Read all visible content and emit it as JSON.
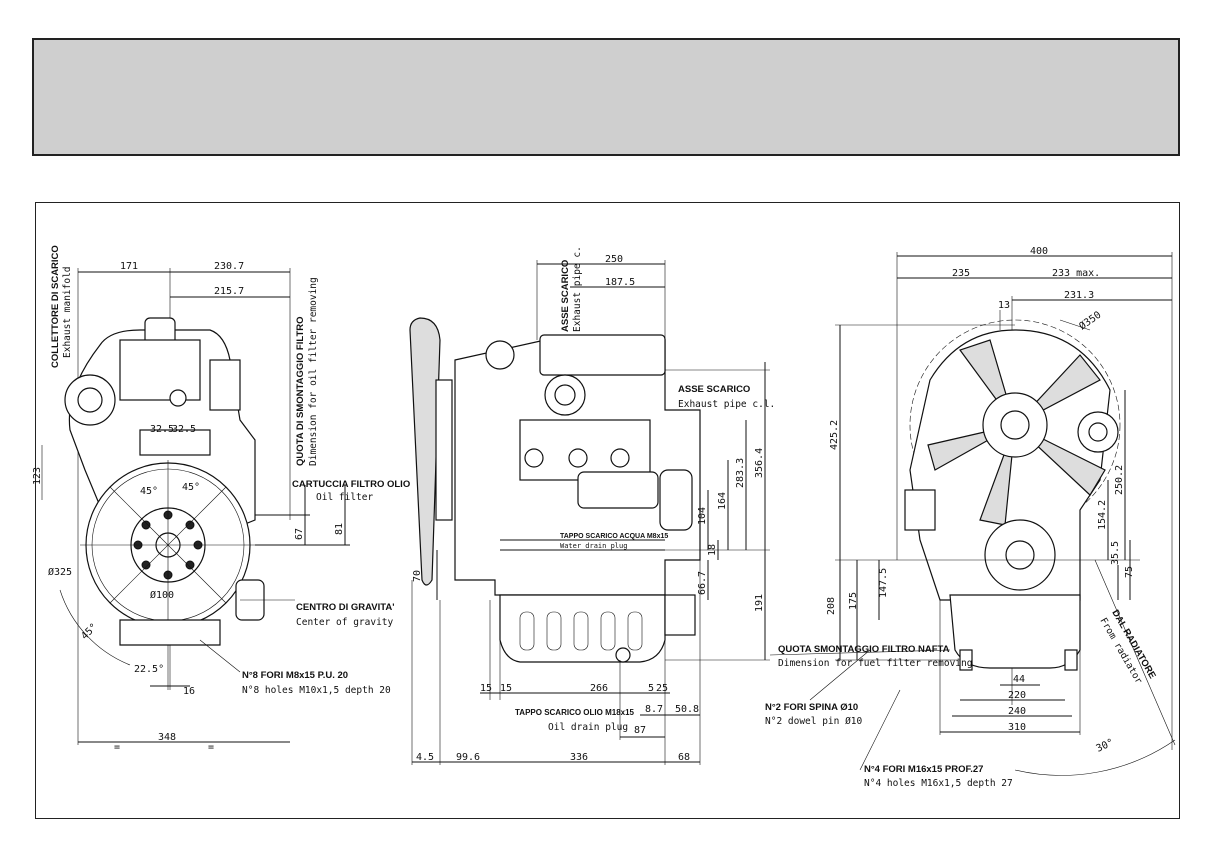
{
  "front_view": {
    "dims": {
      "d171": "171",
      "d230_7": "230.7",
      "d215_7": "215.7",
      "d32_5a": "32.5",
      "d32_5b": "32.5",
      "d67": "67",
      "d81": "81",
      "d16": "16",
      "d348": "348",
      "d123": "123",
      "d45a": "45°",
      "d45b": "45°",
      "d45c": "45°",
      "d22_5": "22.5°",
      "d325": "Ø325",
      "d100": "Ø100",
      "eq1": "=",
      "eq2": "="
    },
    "labels": {
      "exhaust_it": "COLLETTORE DI SCARICO",
      "exhaust_en": "Exhaust manifold",
      "oilfilter_dim_it": "QUOTA DI SMONTAGGIO FILTRO",
      "oilfilter_dim_en": "Dimension for oil filter removing",
      "oilfilter_it": "CARTUCCIA FILTRO OLIO",
      "oilfilter_en": "Oil filter",
      "cog_it": "CENTRO DI GRAVITA'",
      "cog_en": "Center of gravity",
      "holes_it": "N°8 FORI M8x15 P.U. 20",
      "holes_en": "N°8 holes M10x1,5 depth 20"
    }
  },
  "side_view": {
    "dims": {
      "d250": "250",
      "d187_5": "187.5",
      "d283_3": "283.3",
      "d356_4": "356.4",
      "d164": "164",
      "d104": "104",
      "d18": "18",
      "d66_7": "66.7",
      "d191": "191",
      "d70": "70",
      "d15a": "15",
      "d15b": "15",
      "d266": "266",
      "d5": "5",
      "d25": "25",
      "d8_7": "8.7",
      "d50_8": "50.8",
      "d87": "87",
      "d4_5": "4.5",
      "d99_6": "99.6",
      "d336": "336",
      "d68": "68"
    },
    "labels": {
      "exhaust_axis_it": "ASSE SCARICO",
      "exhaust_axis_en": "Exhaust pipe c.l.",
      "exhaust_top_it": "ASSE SCARICO",
      "exhaust_top_en": "Exhaust pipe c.",
      "water_plug_it": "TAPPO SCARICO ACQUA M8x15",
      "water_plug_en": "Water drain plug",
      "oil_plug_it": "TAPPO SCARICO OLIO M18x15",
      "oil_plug_en": "Oil drain plug"
    }
  },
  "rear_view": {
    "dims": {
      "d400": "400",
      "d235": "235",
      "d233": "233 max.",
      "d13": "13",
      "d231_3": "231.3",
      "d350": "Ø350",
      "d425_2": "425.2",
      "d250_2": "250.2",
      "d154_2": "154.2",
      "d35_5": "35.5",
      "d75": "75",
      "d147_5": "147.5",
      "d175": "175",
      "d208": "208",
      "d44": "44",
      "d220": "220",
      "d240": "240",
      "d310": "310",
      "d30": "30°"
    },
    "labels": {
      "fuel_filter_it": "QUOTA SMONTAGGIO FILTRO NAFTA",
      "fuel_filter_en": "Dimension for fuel filter removing",
      "radiator_it": "DAL RADIATORE",
      "radiator_en": "From radiator",
      "pins_it": "N°2 FORI SPINA Ø10",
      "pins_en": "N°2 dowel pin Ø10",
      "holes4_it": "N°4 FORI M16x15 PROF.27",
      "holes4_en": "N°4 holes M16x1,5 depth 27"
    }
  }
}
